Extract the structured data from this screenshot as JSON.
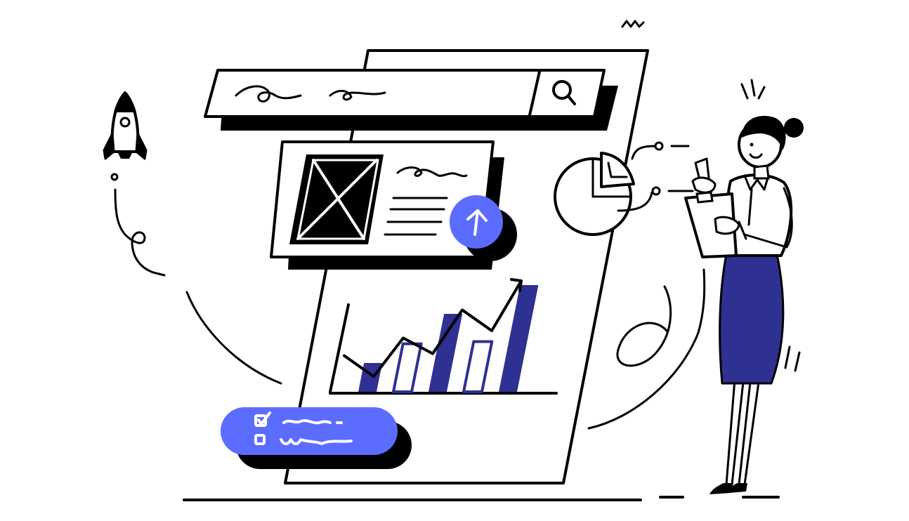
{
  "colors": {
    "ink": "#000000",
    "accent_blue": "#5C6CFF",
    "navy": "#2E3192",
    "background": "#FFFFFF"
  },
  "icons": {
    "search": "search-icon",
    "upload": "arrow-up-icon",
    "rocket": "rocket-icon",
    "checkbox_checked": "checkbox-checked-icon",
    "checkbox_empty": "checkbox-empty-icon",
    "image_placeholder": "image-placeholder-icon",
    "pie_chart": "pie-chart-icon"
  },
  "bar_chart": {
    "bars": [
      {
        "level": 0.27,
        "style": "navy"
      },
      {
        "level": 0.45,
        "style": "outline"
      },
      {
        "level": 0.73,
        "style": "navy"
      },
      {
        "level": 0.47,
        "style": "outline"
      },
      {
        "level": 1.0,
        "style": "navy"
      }
    ],
    "trend": [
      0.28,
      0.08,
      0.45,
      0.3,
      0.72,
      0.52,
      1.0
    ]
  },
  "pie": {
    "slices": [
      0.8,
      0.2
    ]
  },
  "checklist": [
    {
      "checked": true
    },
    {
      "checked": false
    }
  ]
}
